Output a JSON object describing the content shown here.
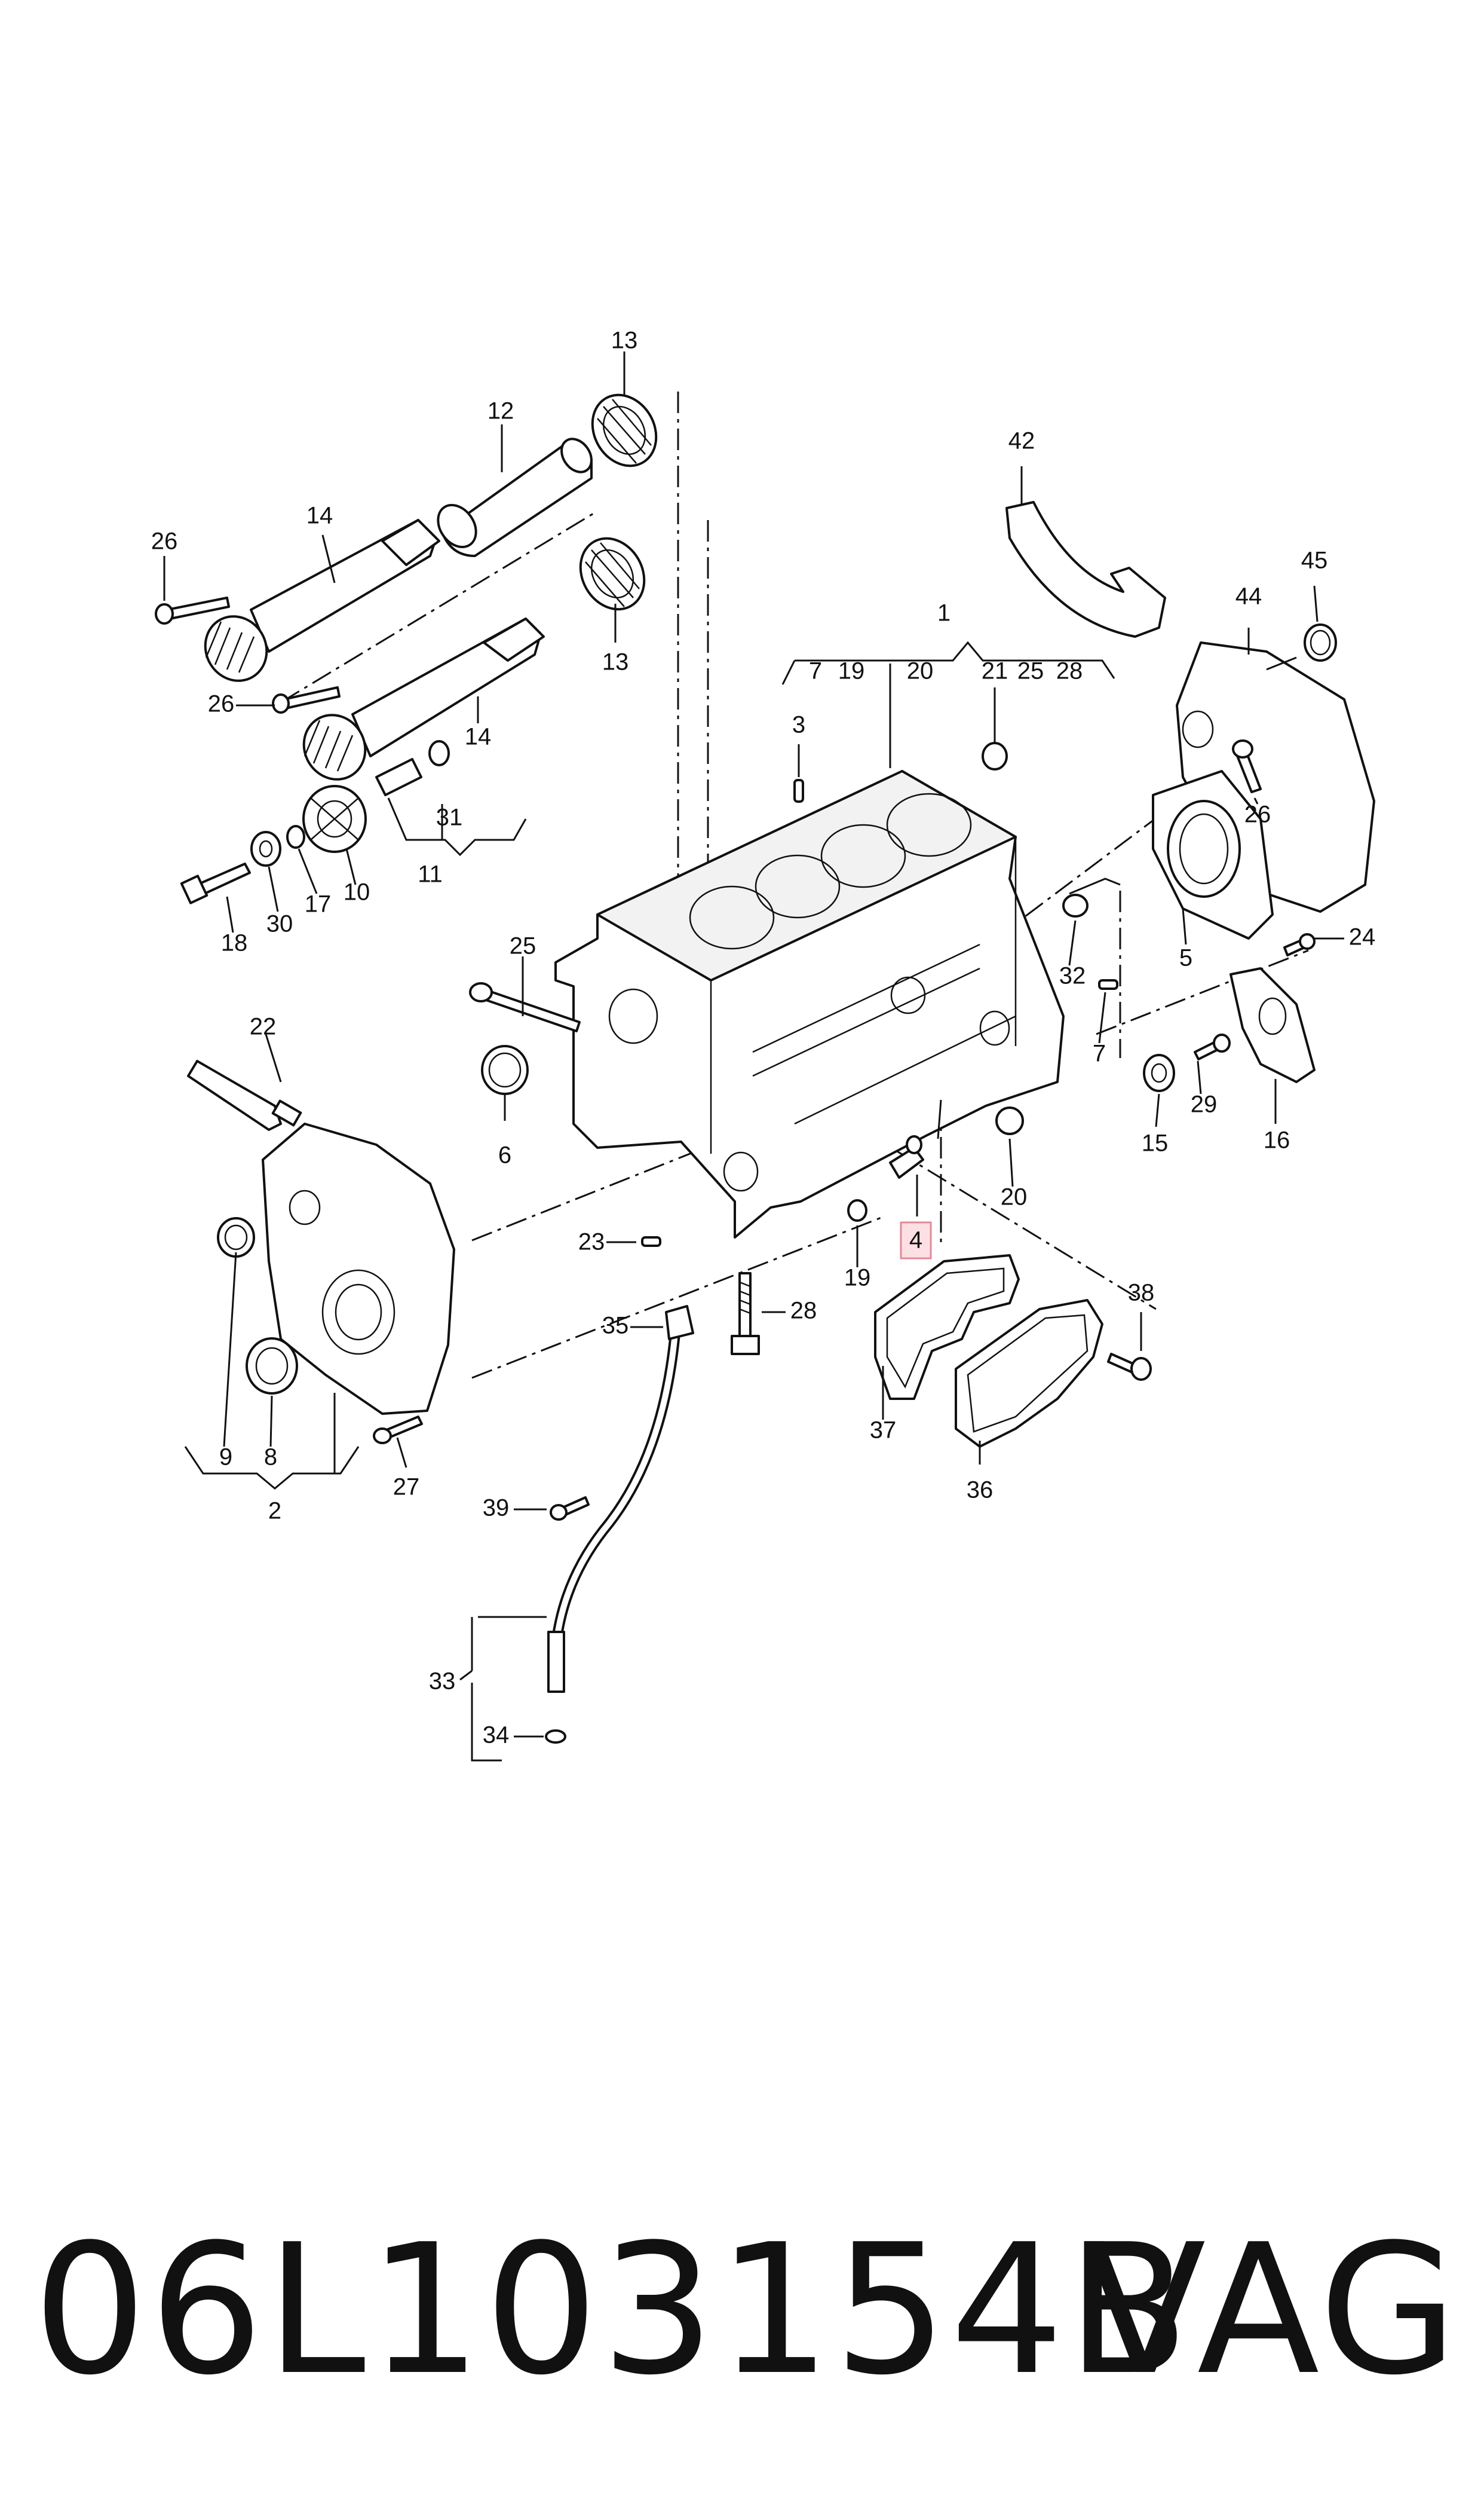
{
  "diagram": {
    "callouts": {
      "c1": "1",
      "c2": "2",
      "c3": "3",
      "c4": "4",
      "c5": "5",
      "c6": "6",
      "c7a": "7",
      "c7b": "7",
      "c8": "8",
      "c9": "9",
      "c10": "10",
      "c11": "11",
      "c12": "12",
      "c13a": "13",
      "c13b": "13",
      "c14a": "14",
      "c14b": "14",
      "c15": "15",
      "c16": "16",
      "c17": "17",
      "c18": "18",
      "c19a": "19",
      "c19b": "19",
      "c20a": "20",
      "c20b": "20",
      "c21": "21",
      "c22": "22",
      "c23": "23",
      "c24": "24",
      "c25a": "25",
      "c25b": "25",
      "c26a": "26",
      "c26b": "26",
      "c26c": "26",
      "c27": "27",
      "c28a": "28",
      "c28b": "28",
      "c29": "29",
      "c30": "30",
      "c31": "31",
      "c32": "32",
      "c33": "33",
      "c34": "34",
      "c35": "35",
      "c36": "36",
      "c37": "37",
      "c38": "38",
      "c39": "39",
      "c42": "42",
      "c44": "44",
      "c45": "45"
    },
    "highlighted_part": "4",
    "colors": {
      "ink": "#111111",
      "highlight_fill": "#fde0e4",
      "highlight_stroke": "#e58a98"
    }
  },
  "footer": {
    "part_number": "06L103154B",
    "brand": "VAG"
  }
}
